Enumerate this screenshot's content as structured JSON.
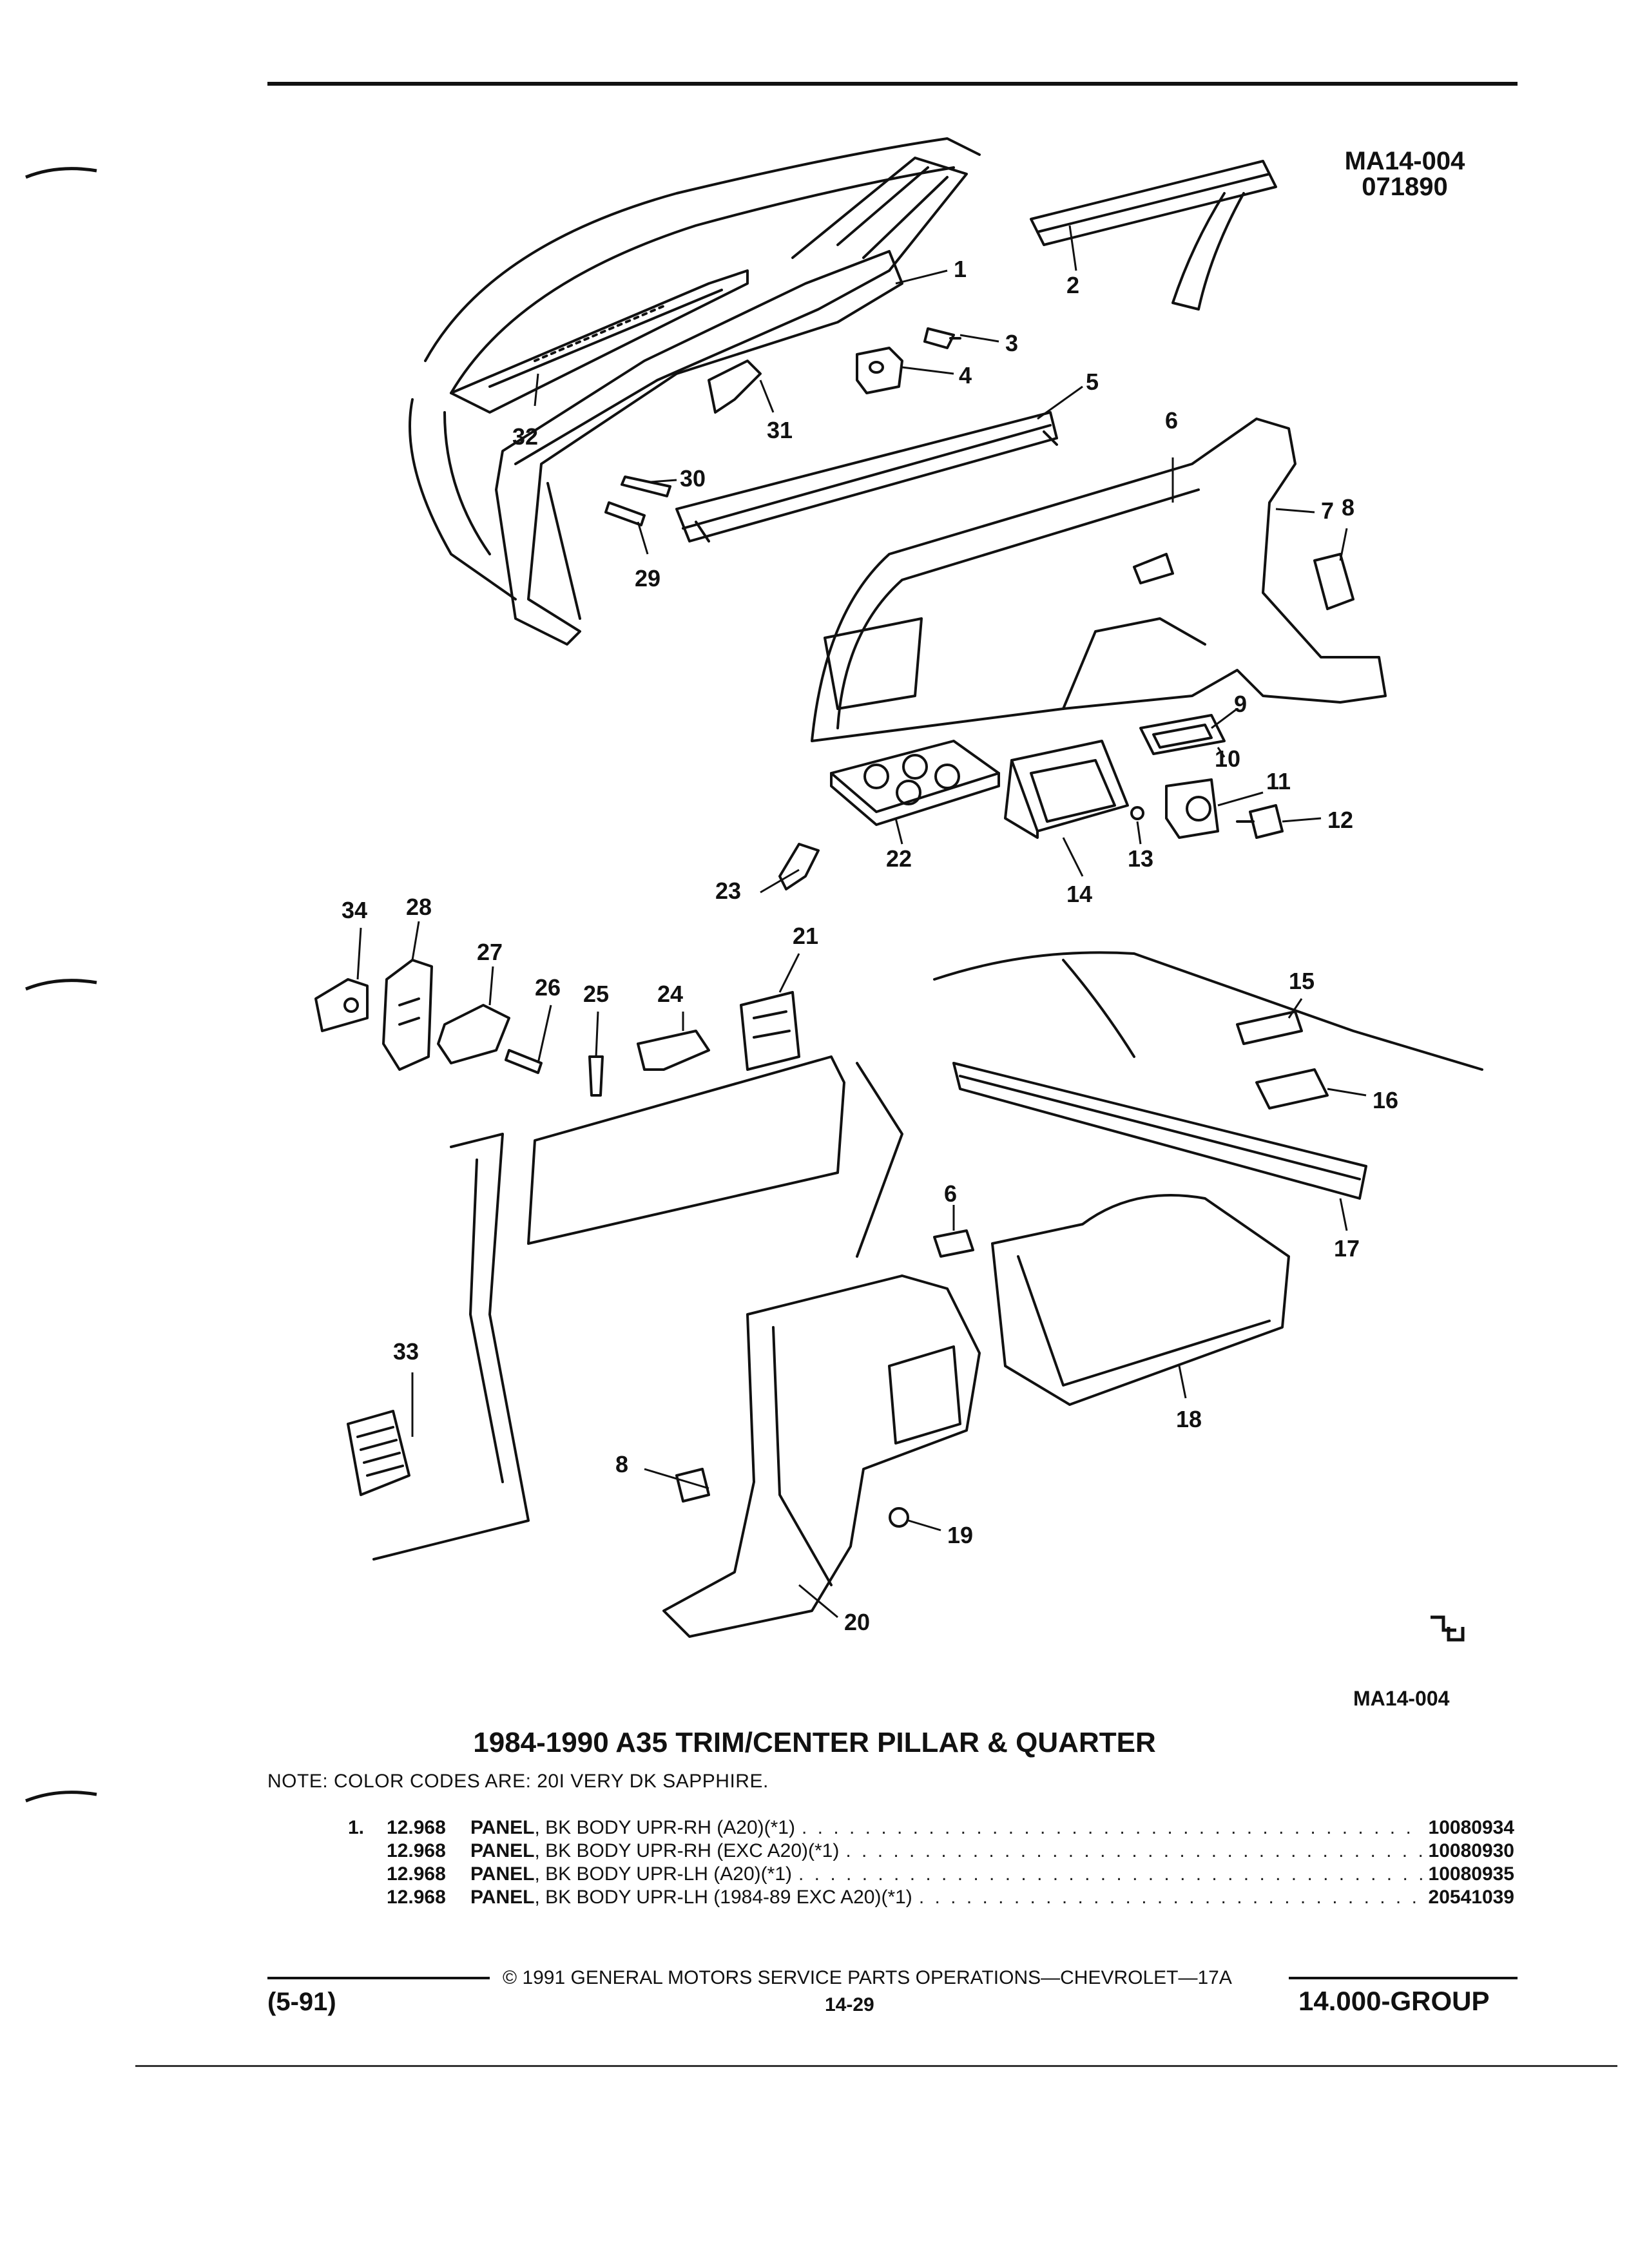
{
  "header": {
    "code": "MA14-004",
    "date_code": "071890"
  },
  "diagram": {
    "figure_code": "MA14-004",
    "callouts": [
      "1",
      "2",
      "3",
      "4",
      "5",
      "6",
      "7",
      "8",
      "9",
      "10",
      "11",
      "12",
      "13",
      "14",
      "15",
      "16",
      "17",
      "18",
      "19",
      "20",
      "21",
      "22",
      "23",
      "24",
      "25",
      "26",
      "27",
      "28",
      "29",
      "30",
      "31",
      "32",
      "33",
      "34",
      "6",
      "8"
    ],
    "logo_mark": "GU"
  },
  "section": {
    "title": "1984-1990 A35 TRIM/CENTER PILLAR & QUARTER",
    "note": "NOTE:  COLOR CODES ARE: 20I VERY DK SAPPHIRE."
  },
  "parts": [
    {
      "item": "1.",
      "group": "12.968",
      "name": "PANEL",
      "desc": ", BK BODY UPR-RH (A20)(*1)",
      "part_no": "10080934"
    },
    {
      "item": "",
      "group": "12.968",
      "name": "PANEL",
      "desc": ", BK BODY UPR-RH (EXC A20)(*1)",
      "part_no": "10080930"
    },
    {
      "item": "",
      "group": "12.968",
      "name": "PANEL",
      "desc": ", BK BODY UPR-LH (A20)(*1)",
      "part_no": "10080935"
    },
    {
      "item": "",
      "group": "12.968",
      "name": "PANEL",
      "desc": ", BK BODY UPR-LH (1984-89 EXC A20)(*1)",
      "part_no": "20541039"
    }
  ],
  "footer": {
    "copyright": "©  1991  GENERAL MOTORS SERVICE PARTS OPERATIONS—CHEVROLET—17A",
    "revision": "(5-91)",
    "page": "14-29",
    "group": "14.000-GROUP"
  }
}
